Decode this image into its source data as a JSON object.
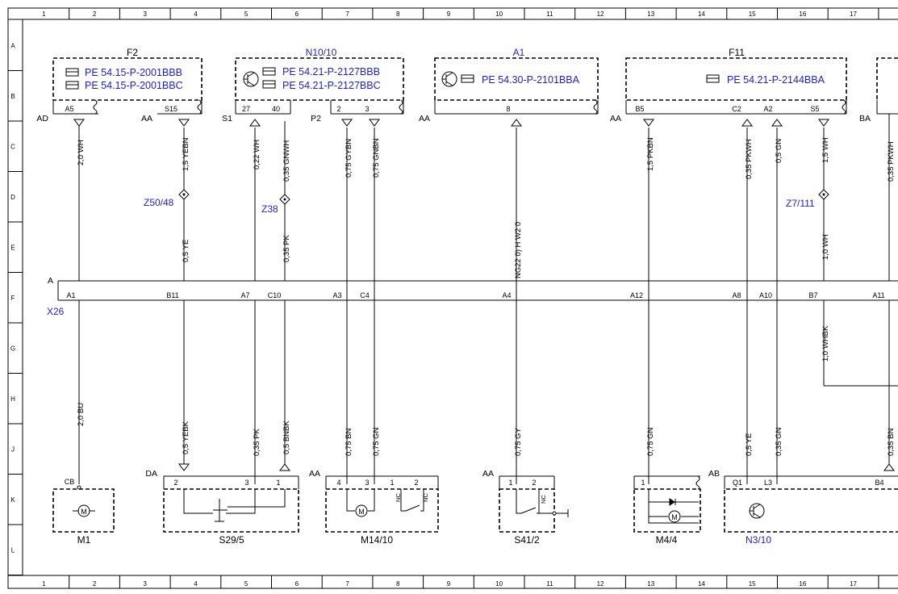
{
  "grid": {
    "columns": [
      "1",
      "2",
      "3",
      "4",
      "5",
      "6",
      "7",
      "8",
      "9",
      "10",
      "11",
      "12",
      "13",
      "14",
      "15",
      "16",
      "17"
    ],
    "rows": [
      "A",
      "B",
      "C",
      "D",
      "E",
      "F",
      "G",
      "H",
      "J",
      "K",
      "L"
    ]
  },
  "top_boxes": [
    {
      "id": "f2",
      "title": "F2",
      "title_color": "black",
      "refs": [
        "PE 54.15-P-2001BBB",
        "PE 54.15-P-2001BBC"
      ],
      "pins": [
        "A5",
        "S15"
      ],
      "side_labels": [
        "AD",
        "AA"
      ]
    },
    {
      "id": "n10-10",
      "title": "N10/10",
      "title_color": "blue",
      "refs": [
        "PE 54.21-P-2127BBB",
        "PE 54.21-P-2127BBC"
      ],
      "pins": [
        "27",
        "40",
        "2",
        "3"
      ],
      "side_labels": [
        "S1",
        "P2"
      ]
    },
    {
      "id": "a1",
      "title": "A1",
      "title_color": "blue",
      "refs": [
        "PE 54.30-P-2101BBA"
      ],
      "pins": [
        "8"
      ],
      "side_labels": [
        "AA"
      ]
    },
    {
      "id": "f11",
      "title": "F11",
      "title_color": "black",
      "refs": [
        "PE 54.21-P-2144BBA"
      ],
      "pins": [
        "B5",
        "C2",
        "A2",
        "S5"
      ],
      "side_labels": [
        "AA",
        "BA"
      ]
    }
  ],
  "wires_upper": [
    "2,0 WH",
    "1,5 YEBN",
    "0,22 WH",
    "0,35 GNWH",
    "0,75 GYBN",
    "0,75 GNBN",
    "1,5 PKBN",
    "0,35 PKWH",
    "0,5 GN",
    "1,5 WH",
    "0,35 PKWH"
  ],
  "splices": [
    "Z50/48",
    "Z38",
    "Z7/111"
  ],
  "wires_mid": [
    "0,5 YE",
    "0,35 PK",
    "1,0 WH"
  ],
  "bar_wire_text": "NG22 0) H W2 0",
  "connector": {
    "name": "X26",
    "side": "A",
    "pins": [
      "A1",
      "B11",
      "A7",
      "C10",
      "A3",
      "C4",
      "A4",
      "A12",
      "A8",
      "A10",
      "B7",
      "A11"
    ]
  },
  "wire_whbk": "1,0 WHBK",
  "wires_lower": [
    "2,0 BU",
    "0,5 YEBK",
    "0,35 PK",
    "0,5 BNBK",
    "0,75 BN",
    "0,75 GN",
    "0,75 GY",
    "0,75 GN",
    "0,5 YE",
    "0,35 GN",
    "0,35 BN"
  ],
  "components": [
    {
      "id": "m1",
      "name": "M1",
      "color": "black",
      "pins": [
        "CB"
      ],
      "side": ""
    },
    {
      "id": "s29-5",
      "name": "S29/5",
      "color": "black",
      "pins": [
        "2",
        "3",
        "1"
      ],
      "side": "DA"
    },
    {
      "id": "m14-10",
      "name": "M14/10",
      "color": "black",
      "pins": [
        "4",
        "3",
        "1",
        "2"
      ],
      "side": "AA",
      "switch_labels": [
        "NC",
        "NC"
      ]
    },
    {
      "id": "s41-2",
      "name": "S41/2",
      "color": "black",
      "pins": [
        "1",
        "2"
      ],
      "side": "AA",
      "switch_labels": [
        "NC"
      ]
    },
    {
      "id": "m4-4",
      "name": "M4/4",
      "color": "black",
      "pins": [
        "1"
      ],
      "side": ""
    },
    {
      "id": "n3-10",
      "name": "N3/10",
      "color": "blue",
      "pins": [
        "Q1",
        "L3",
        "B4"
      ],
      "side": "AB"
    }
  ],
  "motor_symbol": "M",
  "colors": {
    "blue": "#1f1fd0",
    "line": "#000000"
  }
}
